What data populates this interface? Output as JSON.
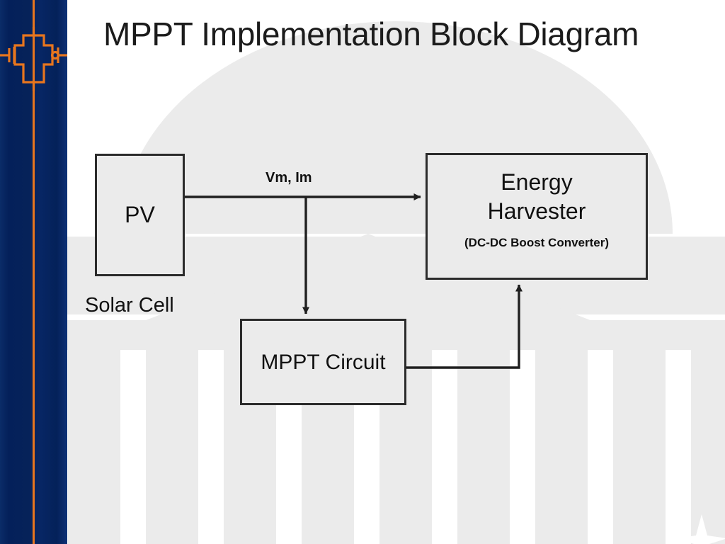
{
  "slide": {
    "title": "MPPT Implementation Block Diagram",
    "background_color": "#ffffff",
    "watermark_color": "#ebebeb"
  },
  "sidebar": {
    "color": "#062259",
    "accent_color": "#e8761e",
    "emblem_icon": "circuit-transistor-icon"
  },
  "diagram": {
    "blocks": [
      {
        "id": "pv",
        "title": "PV",
        "subtitle": "",
        "caption": "Solar Cell"
      },
      {
        "id": "eh",
        "title": "Energy Harvester",
        "subtitle": "(DC-DC Boost Converter)",
        "caption": ""
      },
      {
        "id": "mppt",
        "title": "MPPT Circuit",
        "subtitle": "",
        "caption": ""
      }
    ],
    "labels": {
      "solar_cell": "Solar Cell",
      "vm_im": "Vm, Im",
      "energy_harvester_line1": "Energy",
      "energy_harvester_line2": "Harvester",
      "energy_harvester_sub": "(DC-DC Boost Converter)",
      "pv": "PV",
      "mppt_circuit": "MPPT Circuit"
    },
    "connections": [
      {
        "from": "pv",
        "to": "eh",
        "label": "Vm, Im",
        "arrow": "right"
      },
      {
        "from": "pv",
        "to": "mppt",
        "label": "",
        "arrow": "down"
      },
      {
        "from": "mppt",
        "to": "eh",
        "label": "",
        "arrow": "up"
      }
    ],
    "line_color": "#1f1f1f",
    "block_fill": "#ebebeb",
    "block_border": "#2b2b2b"
  },
  "decor": {
    "corner_star_icon": "star-icon"
  }
}
